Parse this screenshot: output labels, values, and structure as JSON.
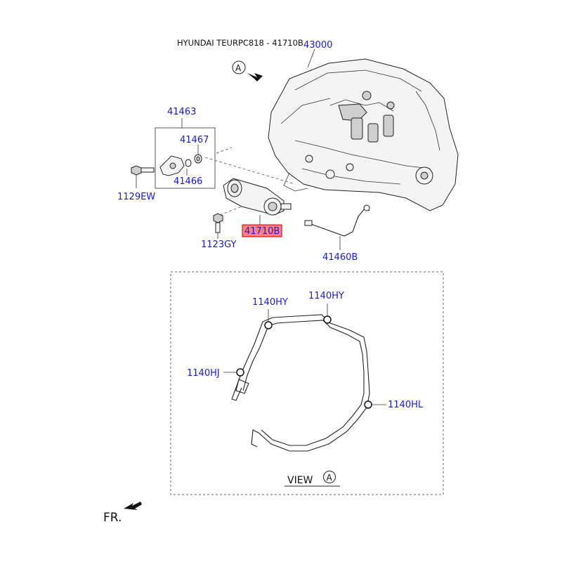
{
  "title": "HYUNDAI TEURPC818 - 41710B",
  "view_marker": "A",
  "view_label": "VIEW",
  "fr_label": "FR.",
  "callouts": {
    "transmission": "43000",
    "bracket_group": "41463",
    "pin": "41467",
    "bracket": "41466",
    "bolt_a": "1129EW",
    "bolt_b": "1123GY",
    "cylinder": "41710B",
    "hose": "41460B",
    "dowel_top_left": "1140HY",
    "dowel_top_right": "1140HY",
    "dowel_left": "1140HJ",
    "dowel_right": "1140HL"
  },
  "colors": {
    "callout_text": "#1a1ad6",
    "highlight_fill": "#ff8080",
    "highlight_border": "#c00000"
  }
}
